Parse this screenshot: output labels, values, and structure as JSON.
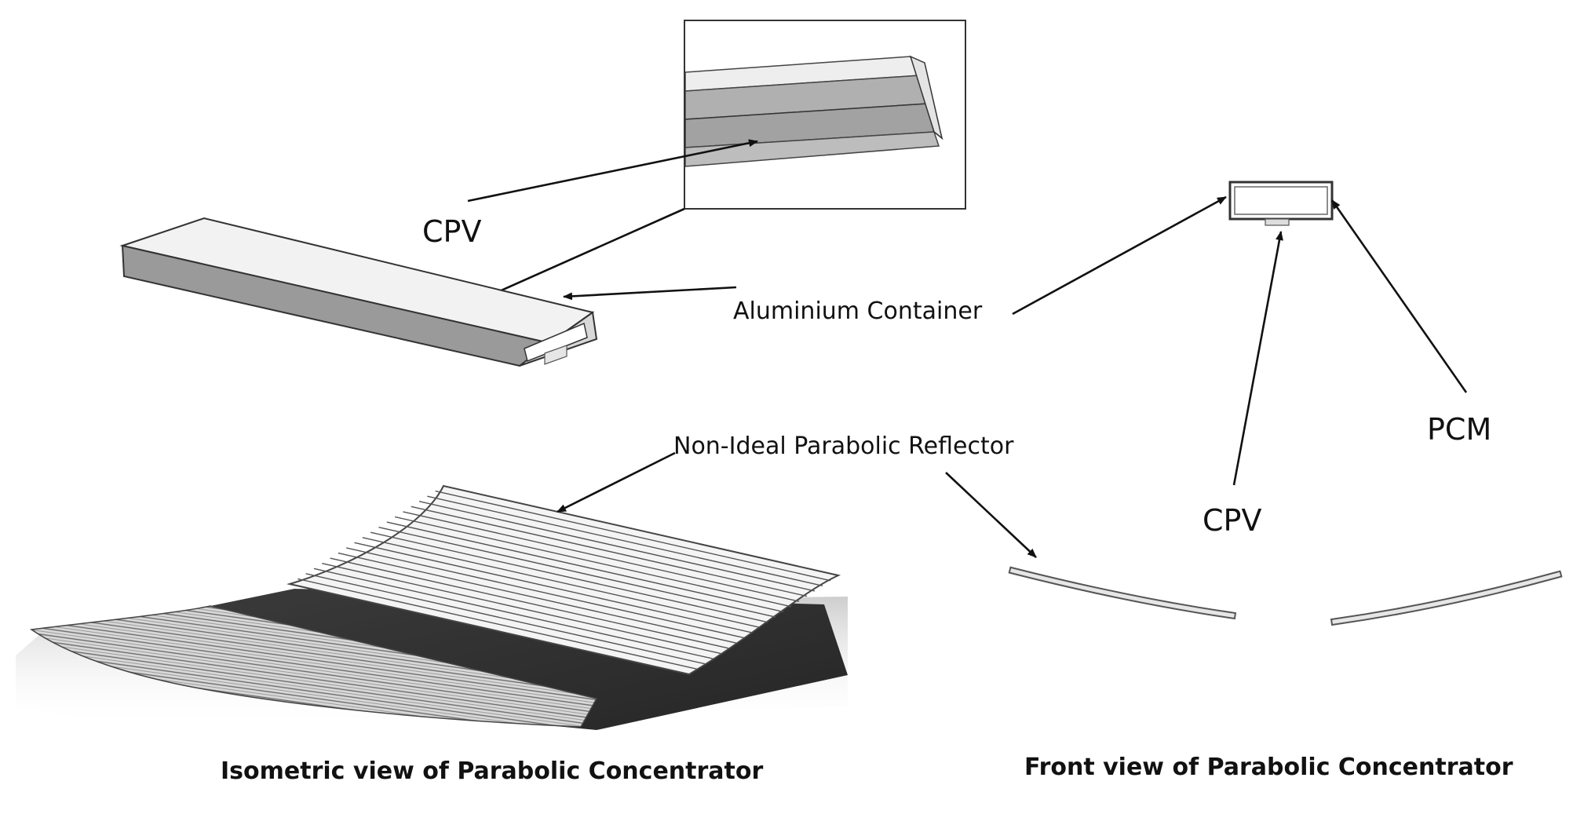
{
  "labels": {
    "cpv_top": "CPV",
    "aluminium_container": "Aluminium Container",
    "non_ideal_reflector": "Non-Ideal Parabolic Reflector",
    "pcm": "PCM",
    "cpv_front": "CPV"
  },
  "captions": {
    "isometric": "Isometric view of Parabolic Concentrator",
    "front": "Front view of Parabolic Concentrator"
  }
}
